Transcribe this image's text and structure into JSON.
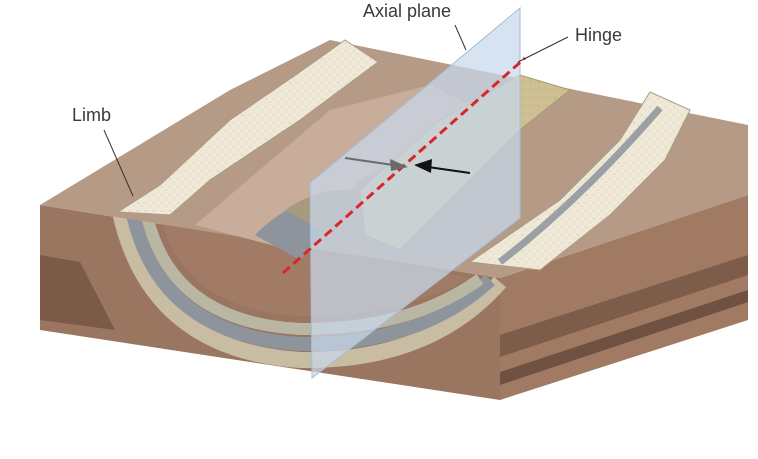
{
  "labels": {
    "axial_plane": "Axial plane",
    "hinge": "Hinge",
    "limb": "Limb"
  },
  "colors": {
    "hinge_line": "#d8262b",
    "axial_plane": "#c9d8ec",
    "block_side": "#9a7560",
    "top_surface": "#b59a86",
    "pale_bed": "#eee6d4",
    "tan_bed": "#cdbf92",
    "gray_bed": "#8d949c"
  }
}
